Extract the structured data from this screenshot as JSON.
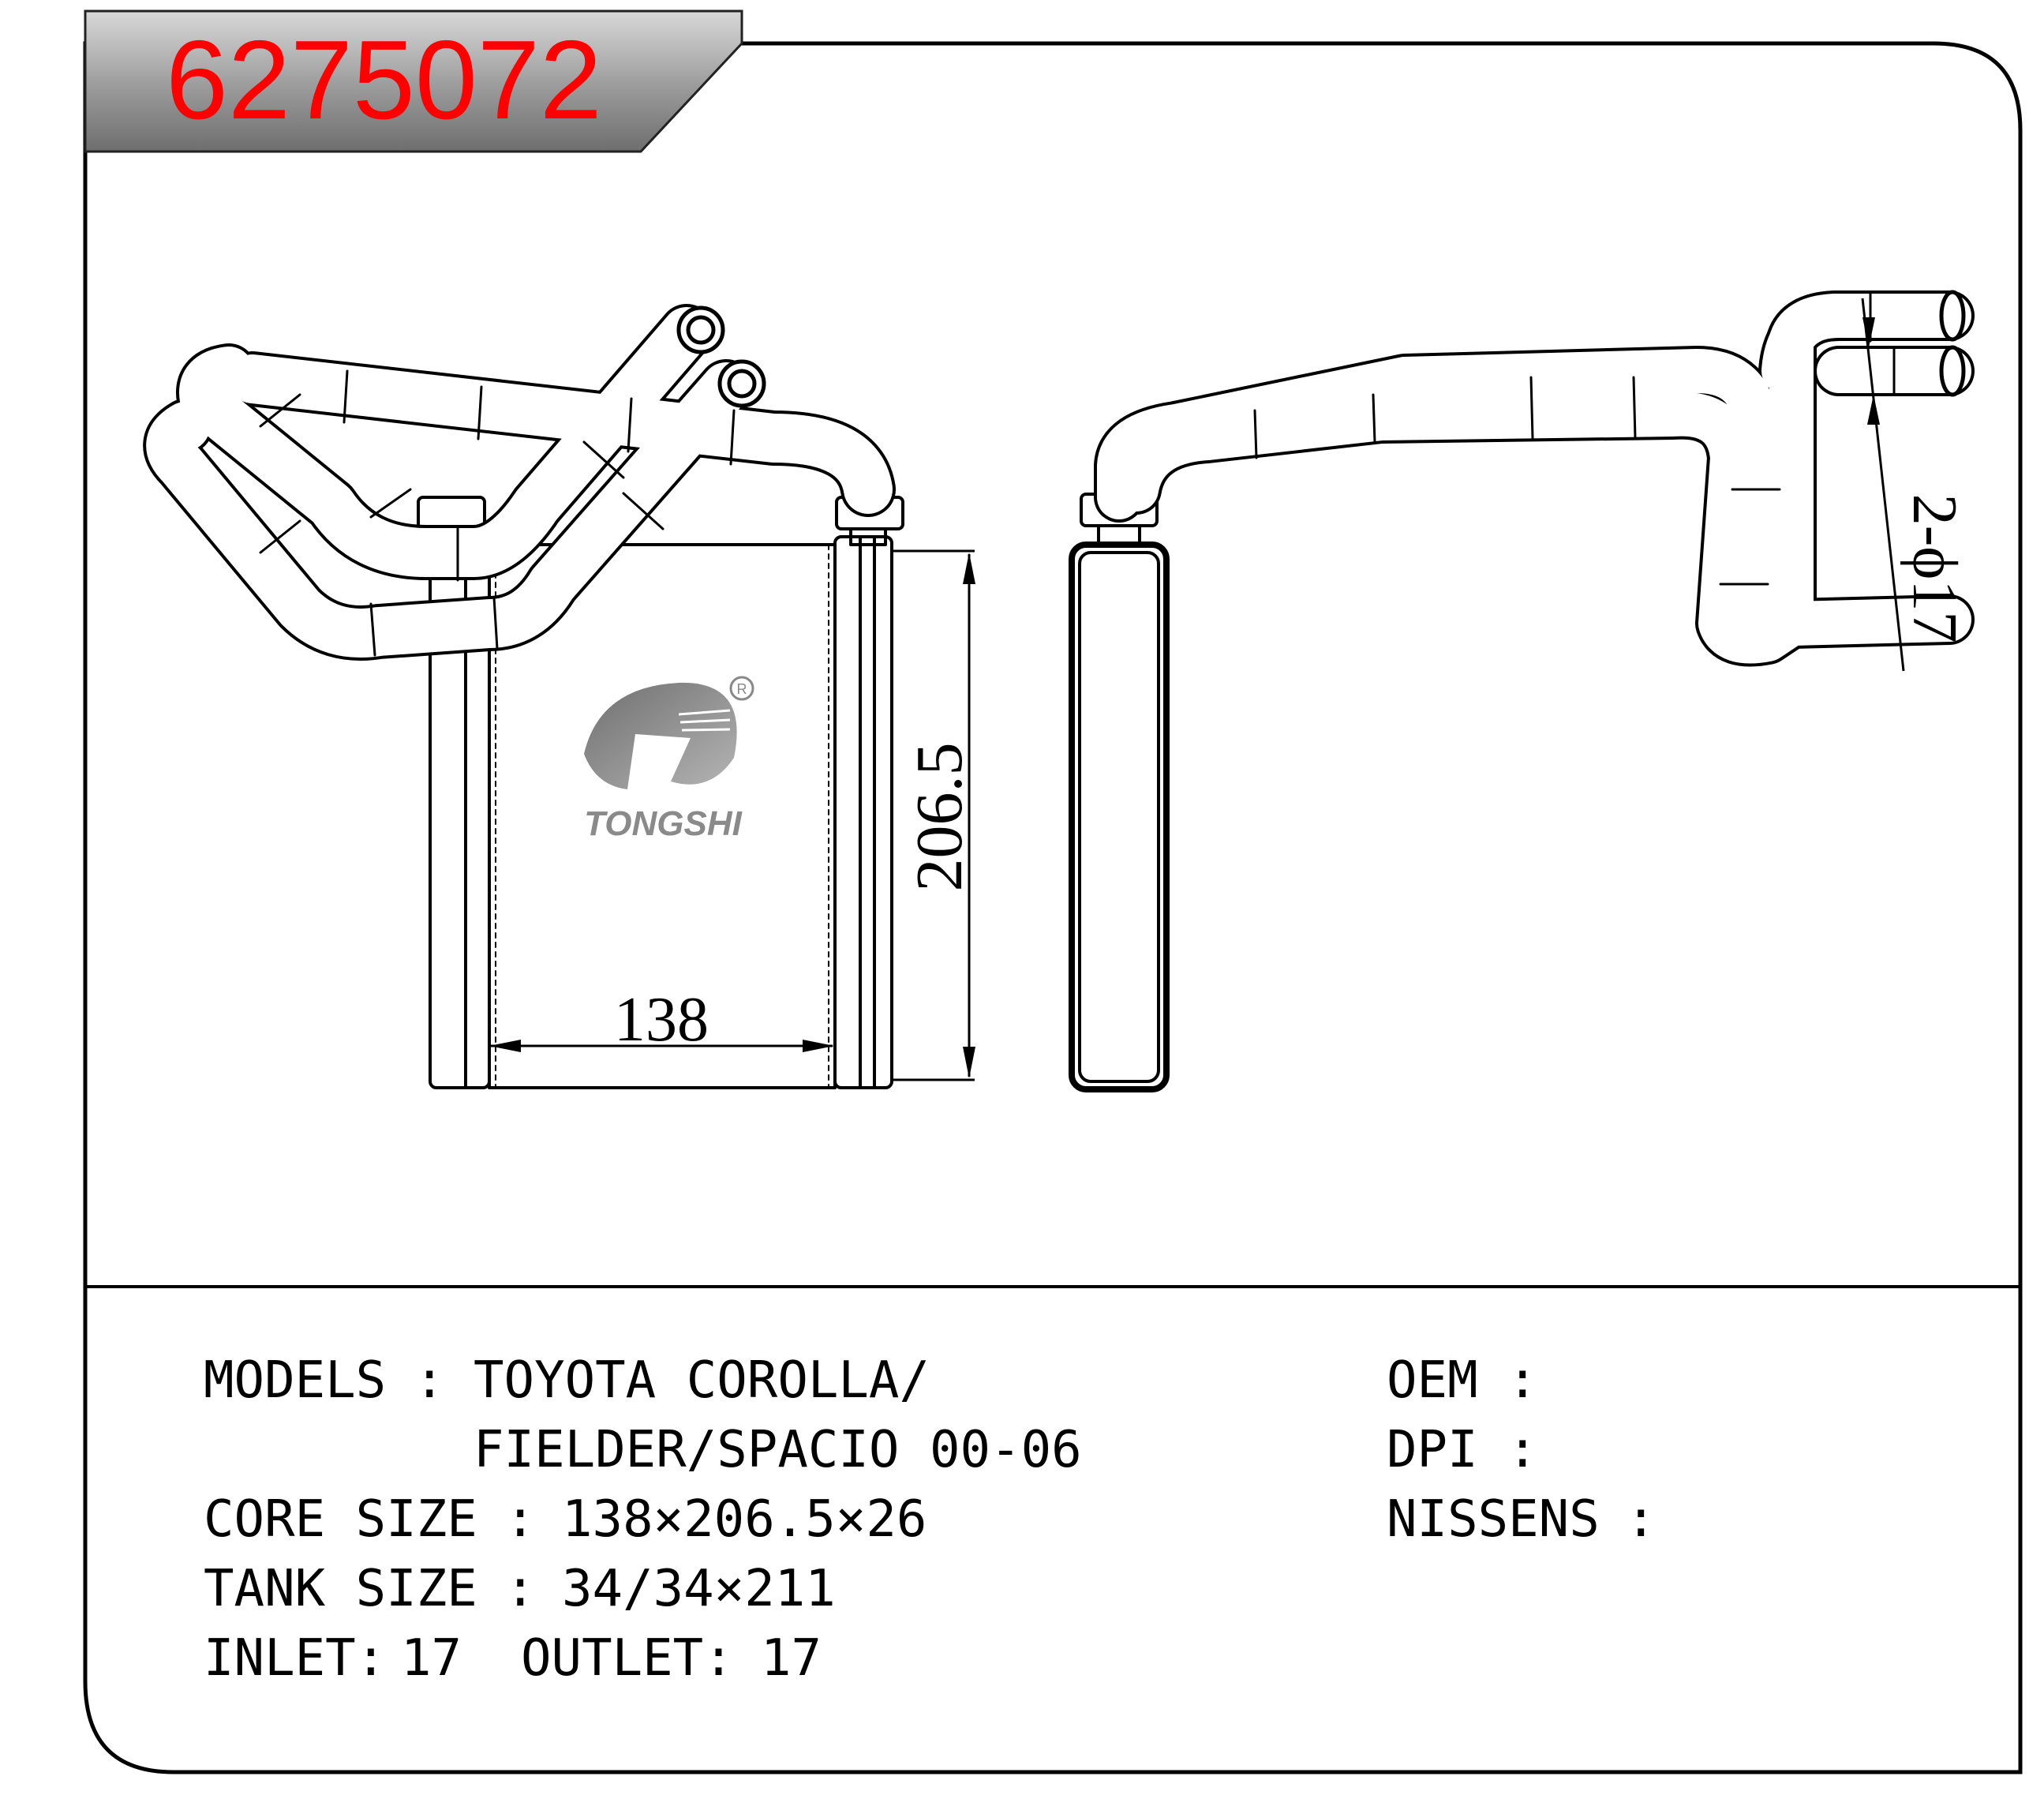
{
  "header": {
    "part_number": "6275072"
  },
  "colors": {
    "part_number": "#ff0000",
    "banner": "#9a9a9a",
    "logo": "#8a8a8a"
  },
  "logo": {
    "brand": "TONGSHI",
    "registered_mark": "R"
  },
  "dimensions": {
    "width": "138",
    "height": "206.5",
    "pipe": "2-ϕ17"
  },
  "specs": {
    "models_label": "MODELS",
    "models_value_line1": "TOYOTA COROLLA/",
    "models_value_line2": "FIELDER/SPACIO 00-06",
    "core_label": "CORE SIZE",
    "core_value": "138×206.5×26",
    "tank_label": "TANK SIZE",
    "tank_value": "34/34×211",
    "inlet_label": "INLET:",
    "inlet_value": "17",
    "outlet_label": "OUTLET:",
    "outlet_value": "17",
    "separator": ":"
  },
  "references": {
    "oem_label": "OEM",
    "dpi_label": "DPI",
    "nissens_label": "NISSENS",
    "separator": ":"
  }
}
